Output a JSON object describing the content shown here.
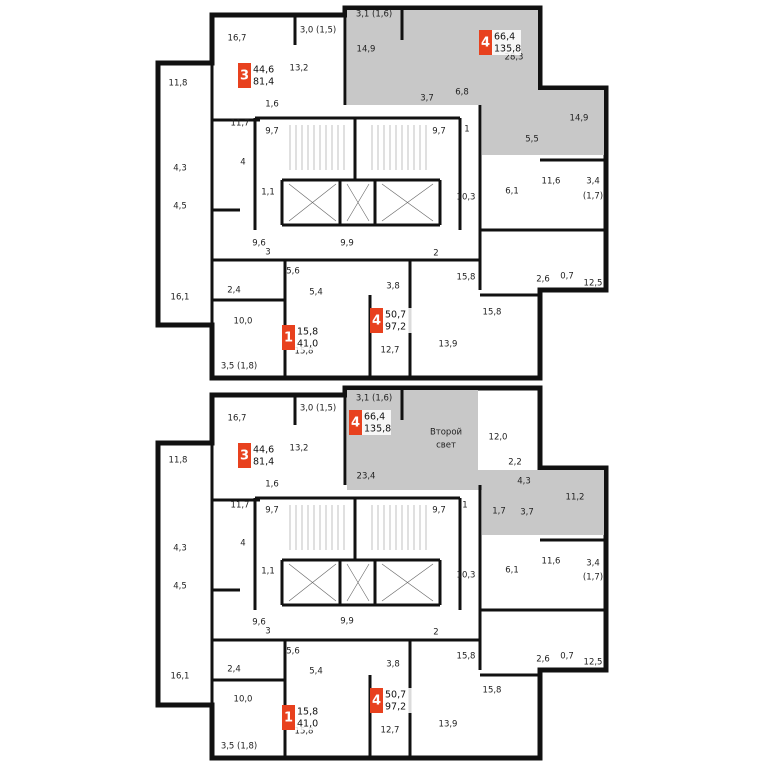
{
  "colors": {
    "badge": "#e8411e",
    "wall": "#111111",
    "highlight": "#c8c8c8",
    "room": "#ffffff"
  },
  "floors": [
    {
      "rooms": [
        "16,7",
        "3,0 (1,5)",
        "3,1 (1,6)",
        "14,9",
        "13,2",
        "11,8",
        "28,3",
        "1,6",
        "3,7",
        "6,8",
        "11,7",
        "14,9",
        "9,7",
        "9,7",
        "1",
        "5,5",
        "4",
        "4,3",
        "10,3",
        "6,1",
        "11,6",
        "3,4",
        "(1,7)",
        "1,1",
        "4,5",
        "9,6",
        "3",
        "9,9",
        "2",
        "5,6",
        "15,8",
        "2,6",
        "0,7",
        "12,5",
        "2,4",
        "5,4",
        "3,8",
        "16,1",
        "15,8",
        "10,0",
        "12,7",
        "13,9",
        "15,8",
        "3,5 (1,8)"
      ],
      "apartments": [
        {
          "rooms": "3",
          "area": "44,6",
          "total": "81,4"
        },
        {
          "rooms": "4",
          "area": "66,4",
          "total": "135,8"
        },
        {
          "rooms": "1",
          "area": "15,8",
          "total": "41,0"
        },
        {
          "rooms": "4",
          "area": "50,7",
          "total": "97,2"
        }
      ]
    },
    {
      "rooms": [
        "16,7",
        "3,0 (1,5)",
        "13,2",
        "11,8",
        "1,6",
        "11,7",
        "9,7",
        "9,7",
        "4",
        "4,3",
        "10,3",
        "6,1",
        "11,6",
        "3,4",
        "(1,7)",
        "1,1",
        "4,5",
        "9,6",
        "3",
        "9,9",
        "2",
        "5,6",
        "15,8",
        "2,6",
        "0,7",
        "12,5",
        "2,4",
        "5,4",
        "3,8",
        "16,1",
        "15,8",
        "10,0",
        "12,7",
        "13,9",
        "15,8",
        "3,5 (1,8)",
        "3,1 (1,6)",
        "Второй",
        "свет",
        "12,0",
        "2,2",
        "23,4",
        "4,3",
        "11,2",
        "1,7",
        "3,7",
        "1"
      ],
      "apartments": [
        {
          "rooms": "3",
          "area": "44,6",
          "total": "81,4"
        },
        {
          "rooms": "4",
          "area": "66,4",
          "total": "135,8"
        },
        {
          "rooms": "1",
          "area": "15,8",
          "total": "41,0"
        },
        {
          "rooms": "4",
          "area": "50,7",
          "total": "97,2"
        }
      ]
    }
  ]
}
